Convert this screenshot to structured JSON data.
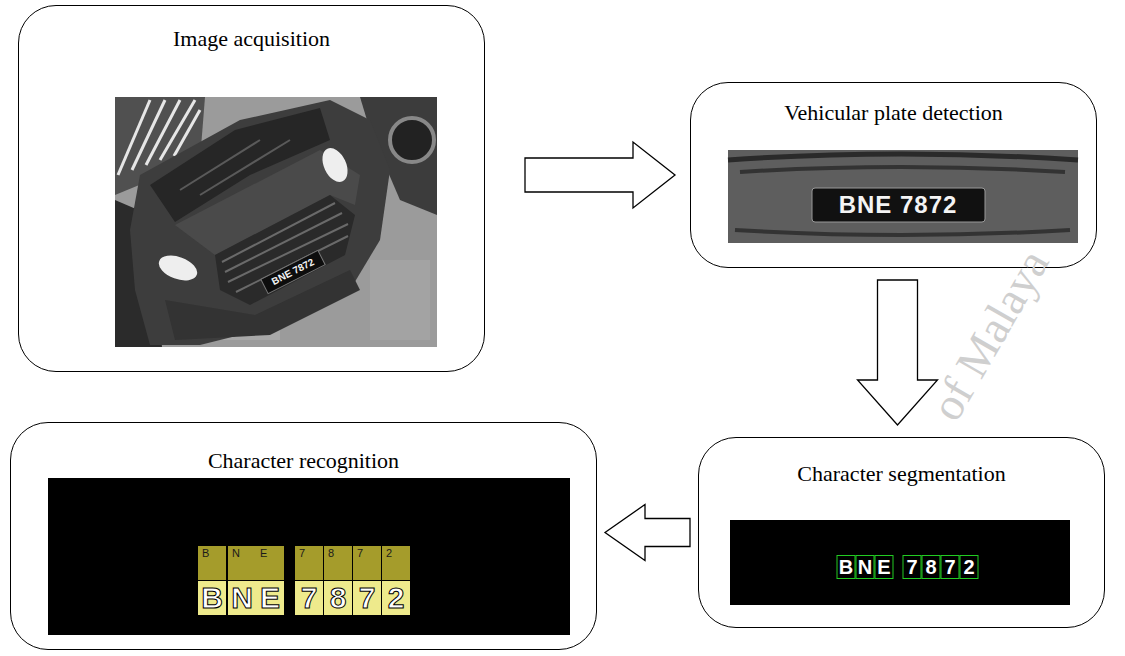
{
  "diagram": {
    "nodes": [
      {
        "text": [
          "Image acquisition"
        ]
      },
      {
        "text": [
          "Vehicular plate detection"
        ]
      },
      {
        "text": [
          "Character segmentation"
        ]
      },
      {
        "text": [
          "Character recognition"
        ]
      }
    ],
    "edges": [
      {
        "from": 0,
        "to": 1,
        "arrow": "to"
      },
      {
        "from": 1,
        "to": 2,
        "arrow": "to"
      },
      {
        "from": 2,
        "to": 3,
        "arrow": "to"
      }
    ],
    "labels": [
      "BNE 7872",
      "BNE 7872",
      "B",
      "N",
      "E",
      "7",
      "8",
      "7",
      "2",
      "B",
      "N",
      "E",
      "7",
      "8",
      "7",
      "2",
      "B",
      "N",
      "E",
      "7",
      "8",
      "7",
      "2",
      "of Malaya"
    ]
  }
}
